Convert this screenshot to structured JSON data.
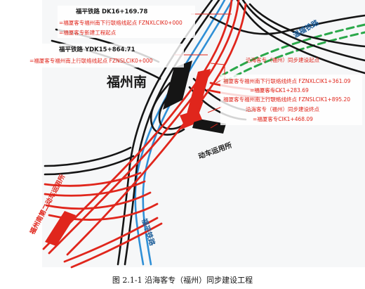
{
  "labels": {
    "fuping_dk_title": "福平铁路 DK16+169.78",
    "fuping_dk_line1": "=福厦客专福州南下行联络线起点 FZNXLCIK0+000",
    "fuping_dk_line2": "=福厦客专新建工程起点",
    "fuping_ydk_title": "福平铁路 YDK15+864.71",
    "fuping_ydk_line1": "=福厦客专福州南上行联络线起点 FZNSLCIK0+000",
    "station_main": "福州南",
    "wenfu_railway": "温福铁路",
    "coastal_start": "沿海客专（福州）同步建设起点",
    "xia_down_end": "福厦客专福州南下行联络线终点 FZNXLCIK1+361.09",
    "ck1_283": "=福厦客专CK1+283.69",
    "xia_up_end": "福厦客专福州南上行联络线终点 FZNSLCIK1+895.20",
    "coastal_end": "沿海客专（福州）同步建设终点",
    "cik1_468": "=福厦客专CIK1+468.09",
    "emu_depot": "动车运用所",
    "second_emu_depot": "福州南第二动车运用所",
    "fuping_railway": "福平铁路"
  },
  "caption": "图 2.1-1    沿海客专（福州）同步建设工程",
  "colors": {
    "red": "#e0261c",
    "black": "#151515",
    "blue": "#2f8fd6",
    "green": "#2aa84a",
    "label_text": "#1a1a1a",
    "caption_text": "#111111"
  }
}
